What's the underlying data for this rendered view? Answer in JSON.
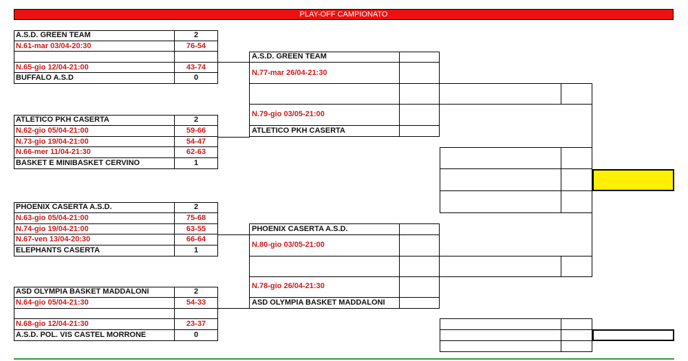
{
  "title": "PLAY-OFF CAMPIONATO",
  "round1": [
    {
      "team_a": "A.S.D. GREEN TEAM",
      "wins_a": "2",
      "games": [
        {
          "label": "N.61-mar 03/04-20:30",
          "score": "76-54"
        },
        {
          "label": "",
          "score": ""
        },
        {
          "label": "N.65-gio 12/04-21:00",
          "score": "43-74"
        }
      ],
      "team_b": "BUFFALO A.S.D",
      "wins_b": "0"
    },
    {
      "team_a": "ATLETICO PKH CASERTA",
      "wins_a": "2",
      "games": [
        {
          "label": "N.62-gio 05/04-21:00",
          "score": "59-66"
        },
        {
          "label": "N.73-gio 19/04-21:00",
          "score": "54-47"
        },
        {
          "label": "N.66-mer 11/04-21:30",
          "score": "62-63"
        }
      ],
      "team_b": "BASKET E MINIBASKET CERVINO",
      "wins_b": "1"
    },
    {
      "team_a": "PHOENIX CASERTA A.S.D.",
      "wins_a": "2",
      "games": [
        {
          "label": "N.63-gio 05/04-21:00",
          "score": "75-68"
        },
        {
          "label": "N.74-gio 19/04-21:00",
          "score": "63-55"
        },
        {
          "label": "N.67-ven 13/04-20:30",
          "score": "66-64"
        }
      ],
      "team_b": "ELEPHANTS CASERTA",
      "wins_b": "1"
    },
    {
      "team_a": "ASD OLYMPIA BASKET MADDALONI",
      "wins_a": "2",
      "games": [
        {
          "label": "N.64-gio 05/04-21:30",
          "score": "54-33"
        },
        {
          "label": "",
          "score": ""
        },
        {
          "label": "N.68-gio 12/04-21:30",
          "score": "23-37"
        }
      ],
      "team_b": "A.S.D. POL. VIS CASTEL MORRONE",
      "wins_b": "0"
    }
  ],
  "semis": [
    {
      "team_a": "A.S.D. GREEN TEAM",
      "game1": "N.77-mar 26/04-21:30",
      "game2": "N.79-gio 03/05-21:00",
      "team_b": "ATLETICO PKH CASERTA"
    },
    {
      "team_a": "PHOENIX CASERTA A.S.D.",
      "game1": "N.80-gio 03/05-21:00",
      "game2": "N.78-gio 26/04-21:30",
      "team_b": "ASD OLYMPIA BASKET MADDALONI"
    }
  ],
  "colors": {
    "banner": "#ee1111",
    "game_text": "#d01818",
    "champion_cell": "#ffef00",
    "footer_line": "#2f9a2f"
  }
}
